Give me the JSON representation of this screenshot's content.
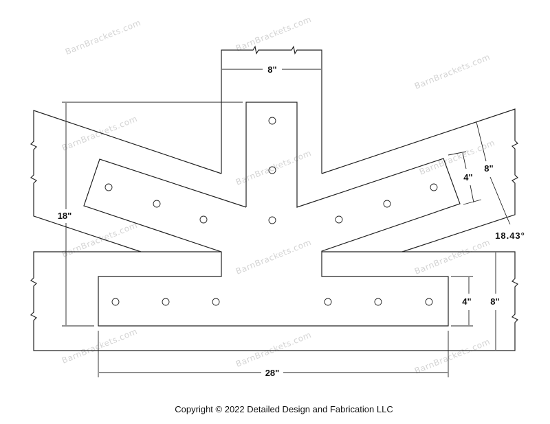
{
  "watermark": "BarnBrackets.com",
  "dimensions": {
    "post_width": "8\"",
    "overall_height": "18\"",
    "arm_plate_width": "4\"",
    "arm_timber_width": "8\"",
    "angle": "18.43°",
    "bottom_plate_width": "4\"",
    "beam_width": "8\"",
    "overall_length": "28\""
  },
  "copyright": "Copyright © 2022 Detailed Design and Fabrication LLC"
}
